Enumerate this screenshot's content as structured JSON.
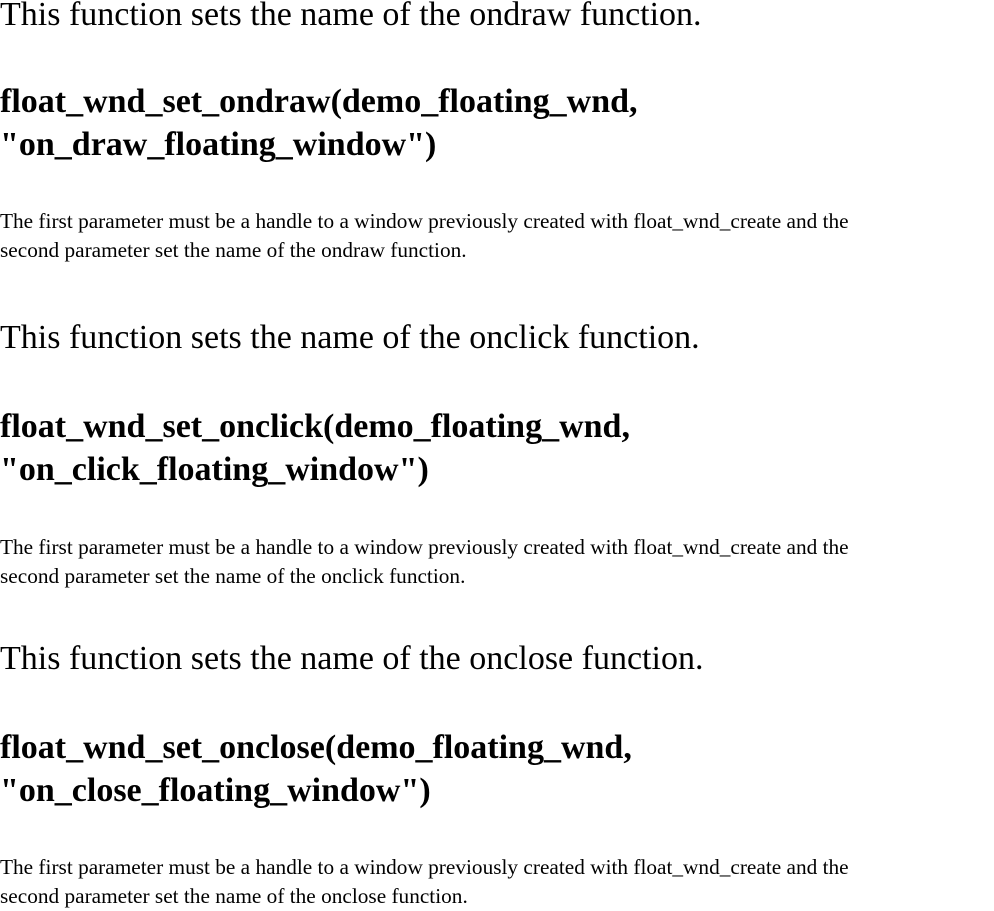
{
  "sections": [
    {
      "intro": "This function sets the name of the ondraw function.",
      "code_line1": "float_wnd_set_ondraw(demo_floating_wnd,",
      "code_line2": "\"on_draw_floating_window\")",
      "description_line1": "The first parameter must be a handle to a window previously created with float_wnd_create and the",
      "description_line2": "second parameter set the name of the ondraw function."
    },
    {
      "intro": "This function sets the name of the onclick function.",
      "code_line1": "float_wnd_set_onclick(demo_floating_wnd,",
      "code_line2": "\"on_click_floating_window\")",
      "description_line1": "The first parameter must be a handle to a window previously created with float_wnd_create and the",
      "description_line2": "second parameter set the name of the onclick function."
    },
    {
      "intro": "This function sets the name of the onclose function.",
      "code_line1": "float_wnd_set_onclose(demo_floating_wnd,",
      "code_line2": "\"on_close_floating_window\")",
      "description_line1": "The first parameter must be a handle to a window previously created with float_wnd_create and the",
      "description_line2": "second parameter set the name of the onclose function."
    }
  ]
}
